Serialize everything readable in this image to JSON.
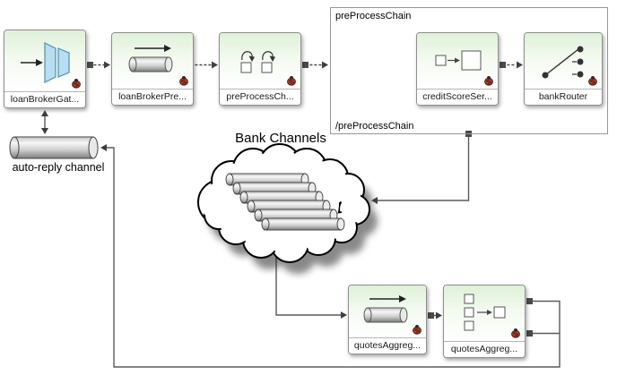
{
  "components": {
    "loan_broker_gateway": {
      "label": "loanBrokerGat...",
      "icon": "gateway-icon"
    },
    "loan_broker_pre": {
      "label": "loanBrokerPre...",
      "icon": "channel-icon"
    },
    "pre_process_channel": {
      "label": "preProcessCh...",
      "icon": "chain-icon"
    },
    "credit_score_service": {
      "label": "creditScoreSer...",
      "icon": "service-activator-icon"
    },
    "bank_router": {
      "label": "bankRouter",
      "icon": "router-icon"
    },
    "quotes_aggregator_channel": {
      "label": "quotesAggreg...",
      "icon": "channel-icon"
    },
    "quotes_aggregator": {
      "label": "quotesAggreg...",
      "icon": "aggregator-icon"
    }
  },
  "chain_container": {
    "title": "preProcessChain",
    "closing_label": "/preProcessChain"
  },
  "auto_reply_channel": {
    "label": "auto-reply channel"
  },
  "cloud": {
    "label": "Bank Channels",
    "cylinder_count": 6
  },
  "colors": {
    "box_gradient_top": "#dff0d8",
    "gateway_blue": "#b9ddf1",
    "cylinder_gray": "#c9c9c9",
    "connector_square": "#4a4a4a",
    "cloud_outline": "#000000"
  }
}
